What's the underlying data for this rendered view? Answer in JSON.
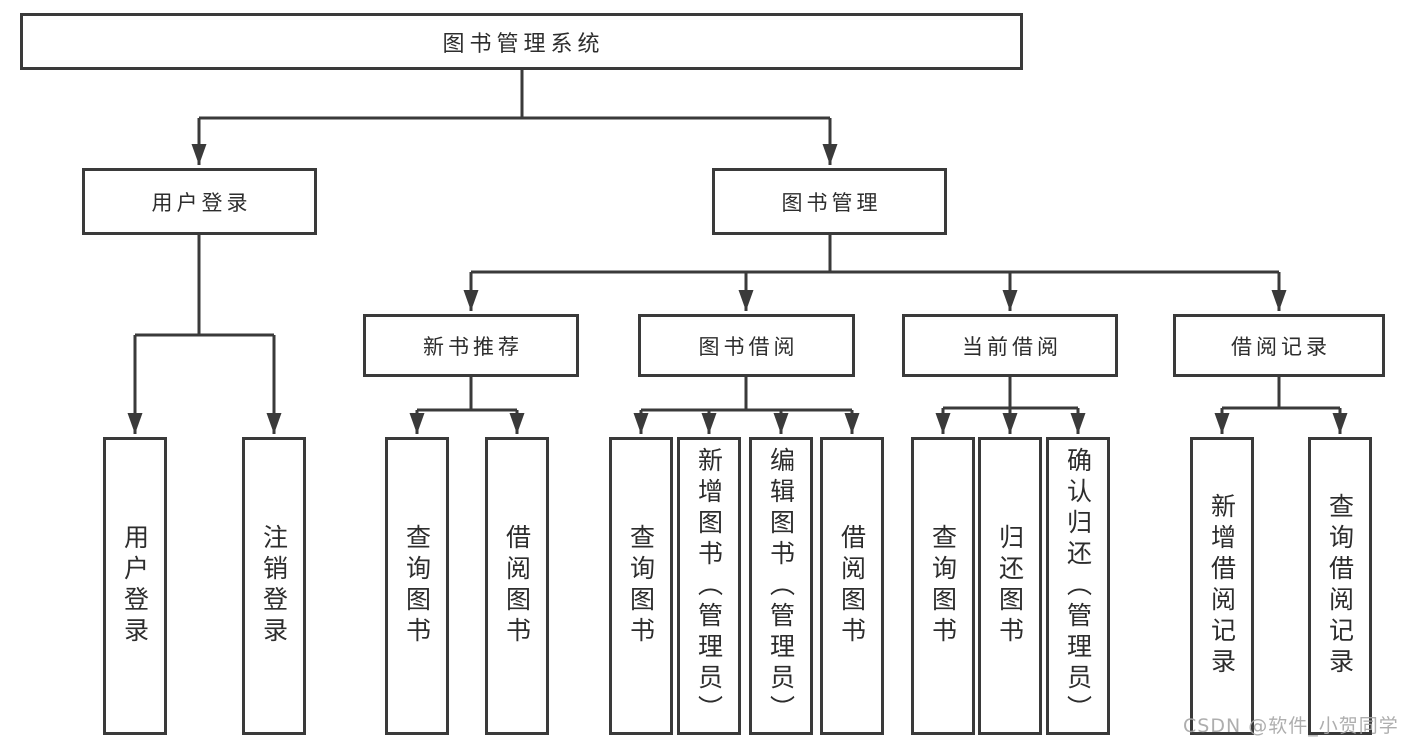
{
  "tree": {
    "label": "图书管理系统",
    "children": [
      {
        "label": "用户登录",
        "children": [
          {
            "label": "用户登录"
          },
          {
            "label": "注销登录"
          }
        ]
      },
      {
        "label": "图书管理",
        "children": [
          {
            "label": "新书推荐",
            "children": [
              {
                "label": "查询图书"
              },
              {
                "label": "借阅图书"
              }
            ]
          },
          {
            "label": "图书借阅",
            "children": [
              {
                "label": "查询图书"
              },
              {
                "label": "新增图书（管理员）"
              },
              {
                "label": "编辑图书（管理员）"
              },
              {
                "label": "借阅图书"
              }
            ]
          },
          {
            "label": "当前借阅",
            "children": [
              {
                "label": "查询图书"
              },
              {
                "label": "归还图书"
              },
              {
                "label": "确认归还（管理员）"
              }
            ]
          },
          {
            "label": "借阅记录",
            "children": [
              {
                "label": "新增借阅记录"
              },
              {
                "label": "查询借阅记录"
              }
            ]
          }
        ]
      }
    ]
  },
  "watermark": "CSDN @软件_小贺同学",
  "colors": {
    "line": "#3a3a3a",
    "text": "#2d2d2d",
    "watermark": "#a6a6a6",
    "background": "#ffffff"
  }
}
